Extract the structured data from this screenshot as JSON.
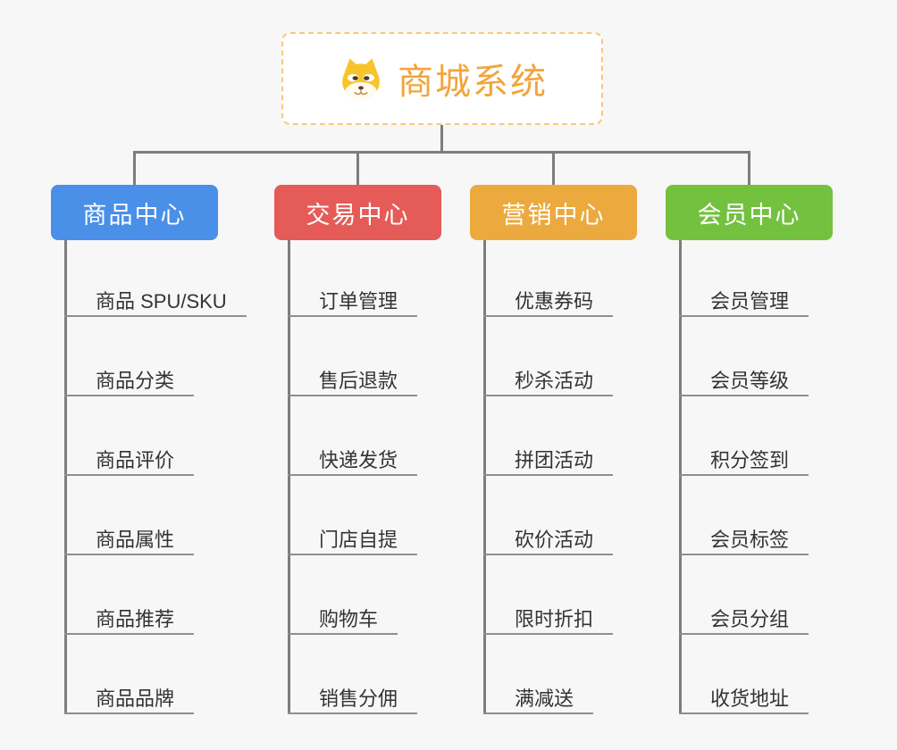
{
  "root": {
    "title": "商城系统",
    "icon": "dog-face-icon"
  },
  "branches": [
    {
      "label": "商品中心",
      "color": "#4a8fe8",
      "items": [
        {
          "label": "商品 SPU/SKU"
        },
        {
          "label": "商品分类"
        },
        {
          "label": "商品评价"
        },
        {
          "label": "商品属性"
        },
        {
          "label": "商品推荐"
        },
        {
          "label": "商品品牌"
        }
      ]
    },
    {
      "label": "交易中心",
      "color": "#e55b58",
      "items": [
        {
          "label": "订单管理"
        },
        {
          "label": "售后退款"
        },
        {
          "label": "快递发货"
        },
        {
          "label": "门店自提"
        },
        {
          "label": "购物车"
        },
        {
          "label": "销售分佣"
        }
      ]
    },
    {
      "label": "营销中心",
      "color": "#ecaa3e",
      "items": [
        {
          "label": "优惠券码"
        },
        {
          "label": "秒杀活动"
        },
        {
          "label": "拼团活动"
        },
        {
          "label": "砍价活动"
        },
        {
          "label": "限时折扣"
        },
        {
          "label": "满减送"
        }
      ]
    },
    {
      "label": "会员中心",
      "color": "#74c13f",
      "items": [
        {
          "label": "会员管理"
        },
        {
          "label": "会员等级"
        },
        {
          "label": "积分签到"
        },
        {
          "label": "会员标签"
        },
        {
          "label": "会员分组"
        },
        {
          "label": "收货地址"
        }
      ]
    }
  ],
  "colors": {
    "background": "#f7f7f7",
    "connector": "#7d7d7d",
    "leaf_line": "#8f8f8f",
    "leaf_text": "#333333",
    "root_border": "#f8c87f",
    "root_title": "#f2a43c"
  }
}
